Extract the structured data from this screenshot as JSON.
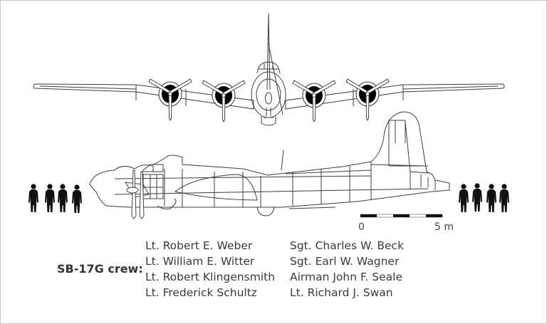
{
  "diagram": {
    "title": "SB-17G crew:",
    "views": [
      "front-view",
      "side-view"
    ],
    "colors": {
      "line": "#3c3c3c",
      "engine": "#000000",
      "silhouette": "#111111",
      "border": "#c8c8c8"
    }
  },
  "scale_bar": {
    "start_label": "0",
    "end_label": "5 m",
    "segments": 5
  },
  "crew": {
    "label": "SB-17G crew:",
    "left_column": [
      "Lt. Robert E. Weber",
      "Lt. William E. Witter",
      "Lt. Robert Klingensmith",
      "Lt. Frederick Schultz"
    ],
    "right_column": [
      "Sgt. Charles W. Beck",
      "Sgt. Earl W. Wagner",
      "Airman John F. Seale",
      "Lt. Richard J. Swan"
    ]
  },
  "silhouettes": {
    "left_count": 4,
    "right_count": 4
  }
}
